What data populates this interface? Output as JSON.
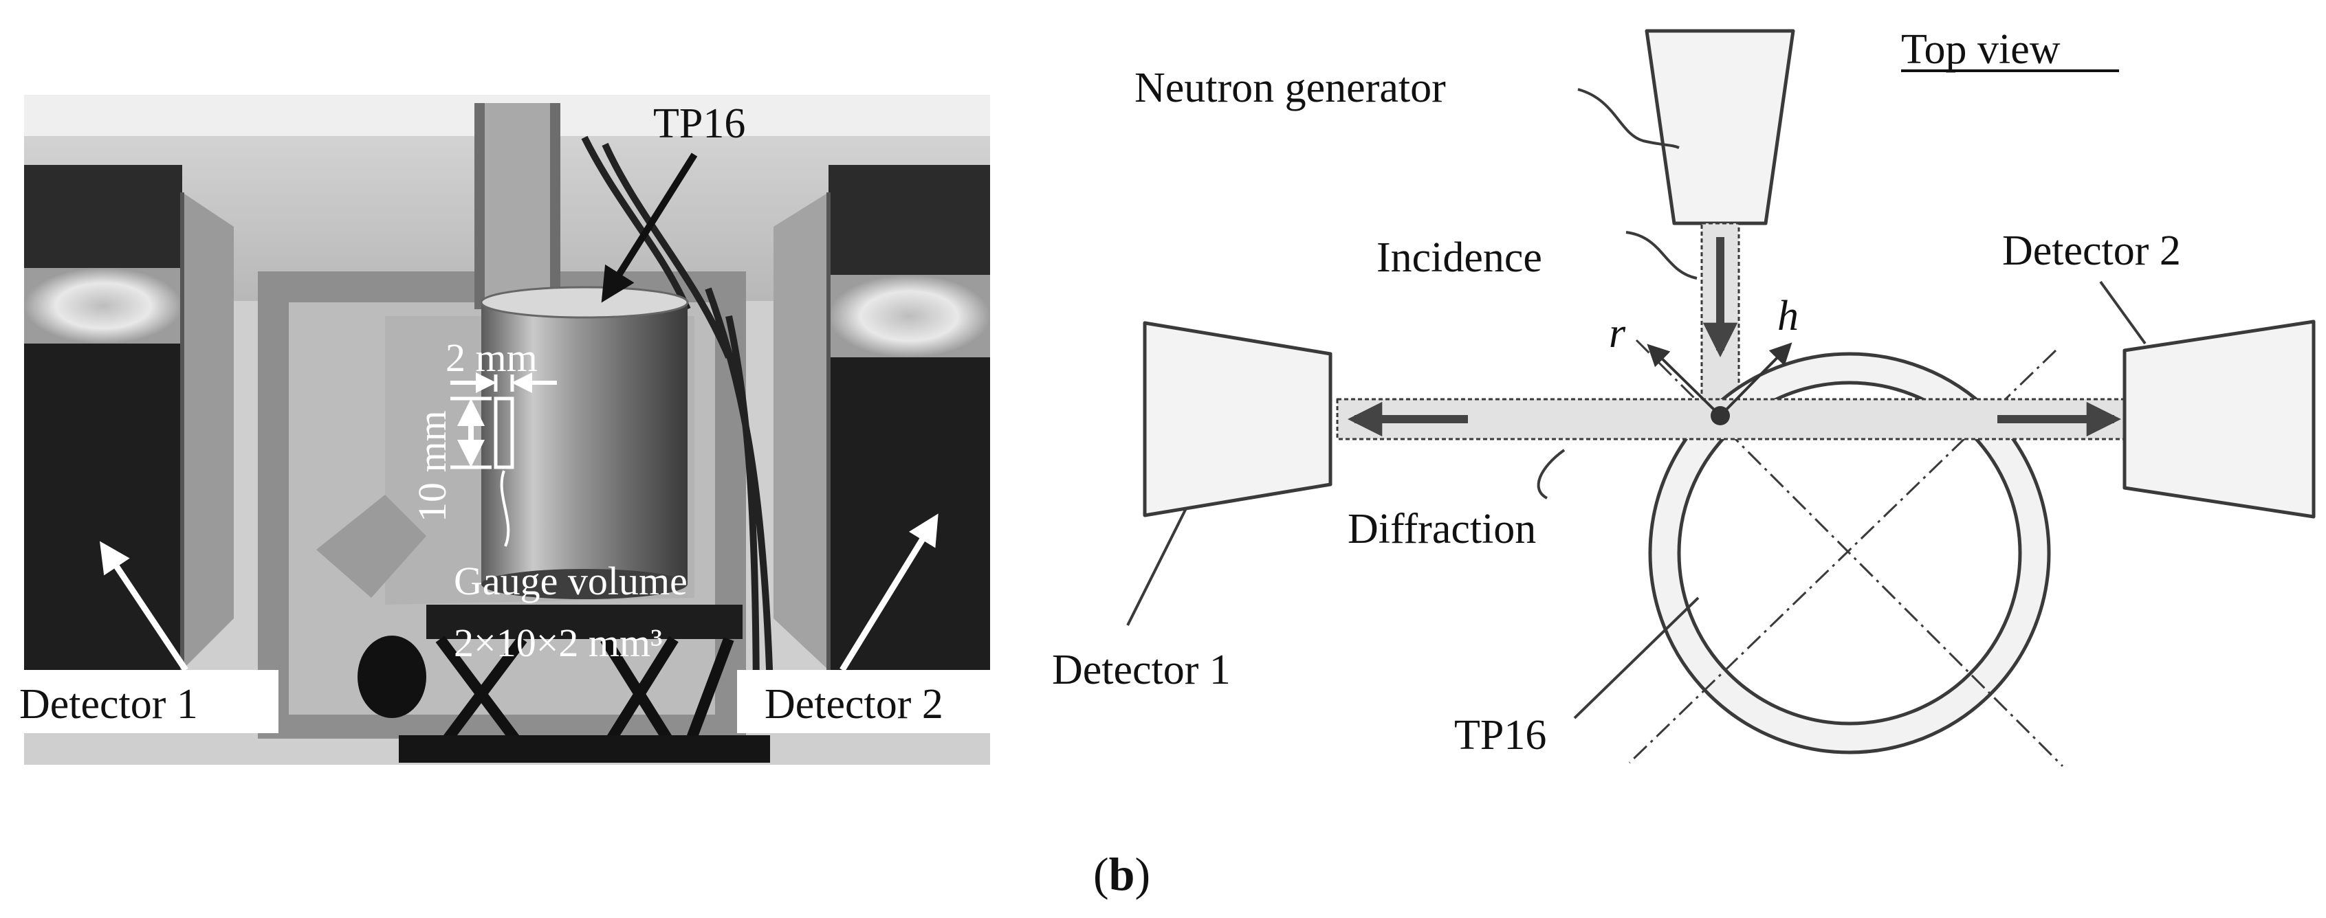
{
  "photo": {
    "labels": {
      "specimen": "TP16",
      "width_dim": "2 mm",
      "height_dim": "10 mm",
      "gauge_volume": "Gauge volume",
      "gauge_size": "2×10×2 mm³",
      "detector_left": "Detector 1",
      "detector_right": "Detector 2"
    }
  },
  "schematic": {
    "view_title": "Top view",
    "labels": {
      "source": "Neutron generator",
      "incidence": "Incidence",
      "detector_left": "Detector 1",
      "detector_right": "Detector 2",
      "diffraction": "Diffraction",
      "specimen": "TP16",
      "axis_r": "r",
      "axis_h": "h"
    }
  },
  "caption": {
    "open": "(",
    "letter": "b",
    "close": ")"
  },
  "colors": {
    "line": "#3a3a3a",
    "fill_light": "#f3f3f3",
    "beam_fill": "#e2e2e2",
    "arrow": "#444444"
  }
}
